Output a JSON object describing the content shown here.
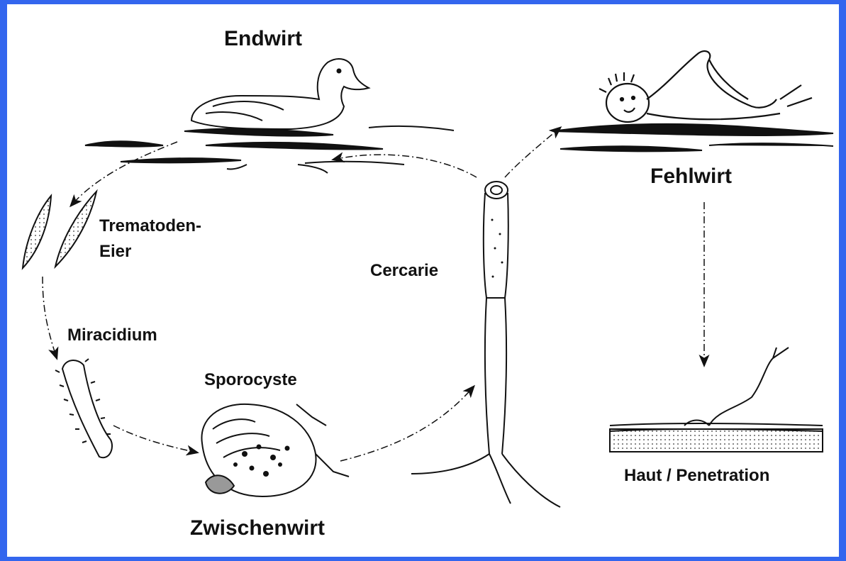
{
  "labels": {
    "endwirt": "Endwirt",
    "fehlwirt": "Fehlwirt",
    "zwischenwirt": "Zwischenwirt",
    "trematoden_line1": "Trematoden-",
    "trematoden_line2": "Eier",
    "miracidium": "Miracidium",
    "sporocyste": "Sporocyste",
    "cercarie": "Cercarie",
    "haut": "Haut / Penetration"
  },
  "colors": {
    "frame": "#3366ee",
    "ink": "#111111"
  }
}
